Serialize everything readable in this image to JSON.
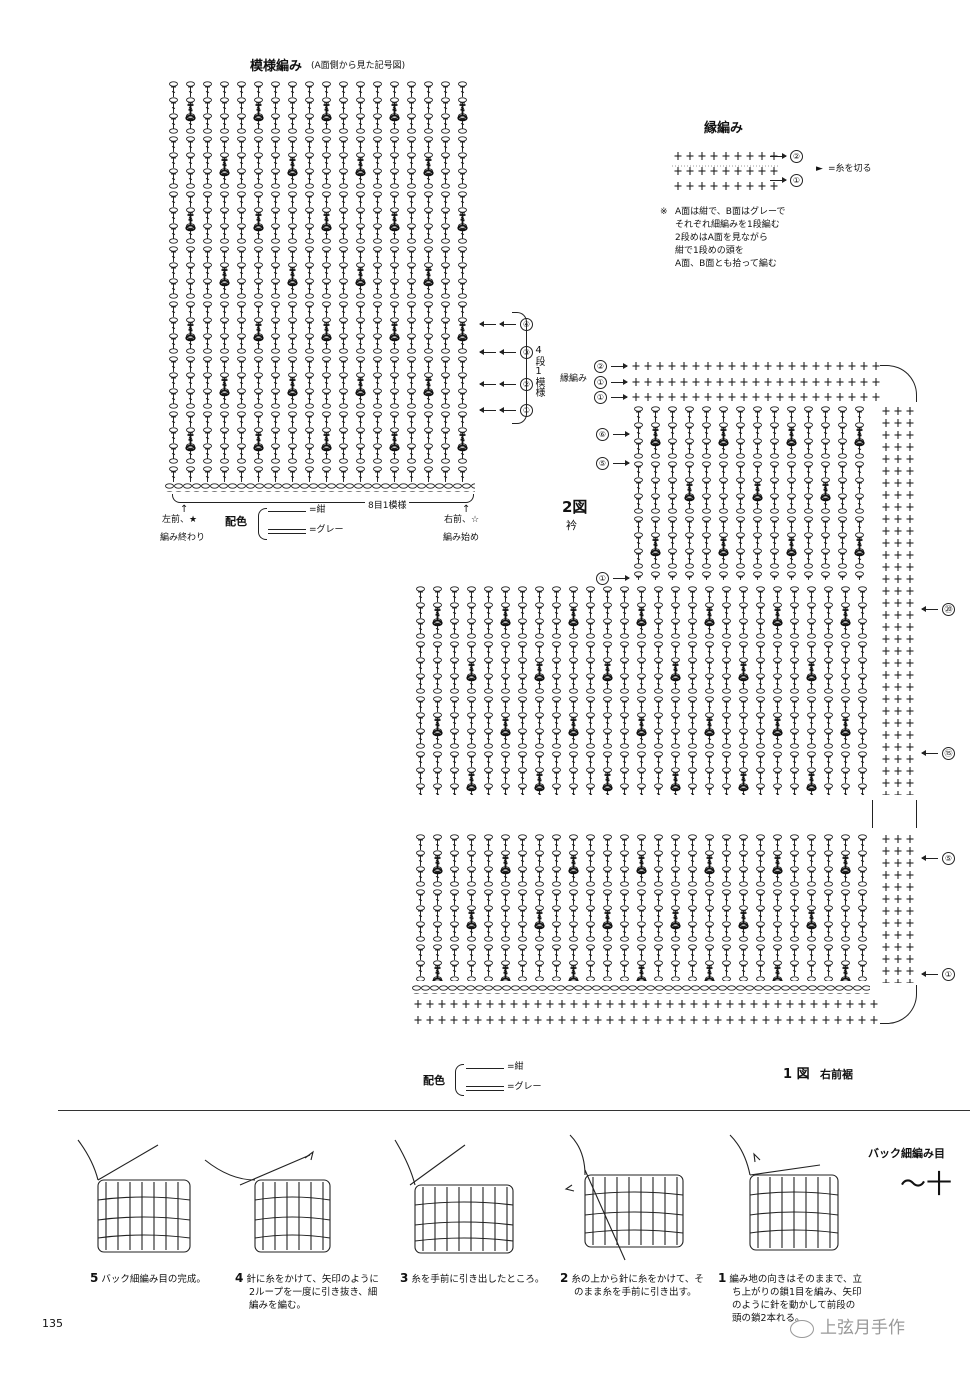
{
  "pattern": {
    "title": "模様編み",
    "subtitle": "(A面側から見た記号図)",
    "repeat_rows_label": "4段1模様",
    "repeat_stitch_label": "8目1模様",
    "rows": [
      "④",
      "③",
      "②",
      "①"
    ],
    "left_end_label": "左前、★",
    "left_end_sub": "編み終わり",
    "right_end_label": "右前、☆",
    "right_end_sub": "編み始め",
    "color_label": "配色",
    "legend_navy": "=紺",
    "legend_gray": "=グレー"
  },
  "edging": {
    "title": "縁編み",
    "rows": [
      "②",
      "①"
    ],
    "cut_yarn": "=糸を切る",
    "note_mark": "※",
    "note_lines": [
      "A面は紺で、B面はグレーで",
      "それぞれ細編みを1段編む",
      "2段めはA面を見ながら",
      "紺で1段めの頭を",
      "A面、B面とも拾って編む"
    ]
  },
  "figure2": {
    "label": "2図",
    "sub": "衿",
    "edge_label": "縁編み",
    "edge_rows": [
      "②",
      "①",
      "①"
    ],
    "rows_left": [
      "⑥",
      "⑤",
      "①"
    ],
    "rows_right": [
      "⑳",
      "⑮"
    ]
  },
  "figure1": {
    "label": "1 図",
    "sub": "右前裾",
    "rows_right": [
      "⑤",
      "①"
    ],
    "color_label": "配色",
    "legend_navy": "=紺",
    "legend_gray": "=グレー"
  },
  "back_sc": {
    "title": "バック細編み目",
    "symbol": "〜十"
  },
  "steps": [
    {
      "num": "5",
      "lines": [
        "バック細編み目の完成。"
      ]
    },
    {
      "num": "4",
      "lines": [
        "針に糸をかけて、矢印のように",
        "2ループを一度に引き抜き、細",
        "編みを編む。"
      ]
    },
    {
      "num": "3",
      "lines": [
        "糸を手前に引き出したところ。"
      ]
    },
    {
      "num": "2",
      "lines": [
        "糸の上から針に糸をかけて、そ",
        "のまま糸を手前に引き出す。"
      ]
    },
    {
      "num": "1",
      "lines": [
        "編み地の向きはそのままで、立",
        "ち上がりの鎖1目を編み、矢印",
        "のように針を動かして前段の",
        "頭の鎖2本",
        "れる。"
      ]
    }
  ],
  "page_number": "135",
  "watermark": "上弦月手作"
}
